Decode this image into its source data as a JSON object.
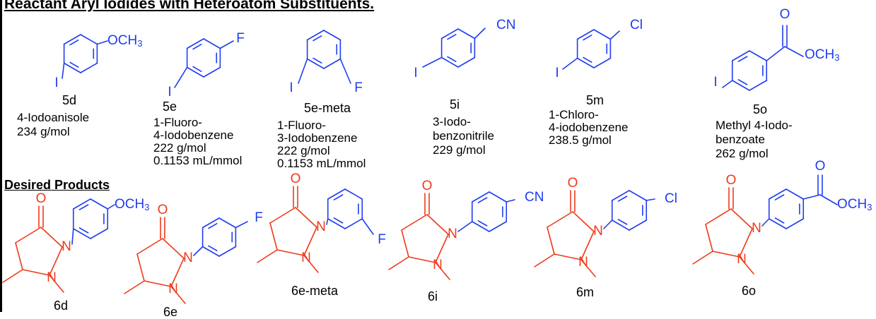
{
  "sections": {
    "reactants_heading": "Reactant Aryl Iodides with Heteroatom Substituents.",
    "products_heading": "Desired Products"
  },
  "colors": {
    "aryl": "#1f3df0",
    "core": "#ee3a1a",
    "text": "#000000"
  },
  "atoms": {
    "iodo": "I",
    "fluoro": "F",
    "chloro": "Cl",
    "cyano": "CN",
    "methoxy": "OCH3",
    "carbonyl_o": "O",
    "ester": "OCH3",
    "nitrogen": "N"
  },
  "reactants": [
    {
      "id": "5d",
      "name": "4-Iodoanisole",
      "mw": "234 g/mol"
    },
    {
      "id": "5e",
      "name1": "1-Fluoro-",
      "name2": "4-Iodobenzene",
      "mw": "222 g/mol",
      "density": "0.1153 mL/mmol"
    },
    {
      "id": "5e-meta",
      "name1": "1-Fluoro-",
      "name2": "3-Iodobenzene",
      "mw": "222 g/mol",
      "density": "0.1153 mL/mmol"
    },
    {
      "id": "5i",
      "name1": "3-Iodo-",
      "name2": "benzonitrile",
      "mw": "229 g/mol"
    },
    {
      "id": "5m",
      "name1": "1-Chloro-",
      "name2": "4-iodobenzene",
      "mw": "238.5 g/mol"
    },
    {
      "id": "5o",
      "name1": "Methyl 4-Iodo-",
      "name2": "benzoate",
      "mw": "262 g/mol"
    }
  ],
  "products": [
    {
      "id": "6d"
    },
    {
      "id": "6e"
    },
    {
      "id": "6e-meta"
    },
    {
      "id": "6i"
    },
    {
      "id": "6m"
    },
    {
      "id": "6o"
    }
  ]
}
